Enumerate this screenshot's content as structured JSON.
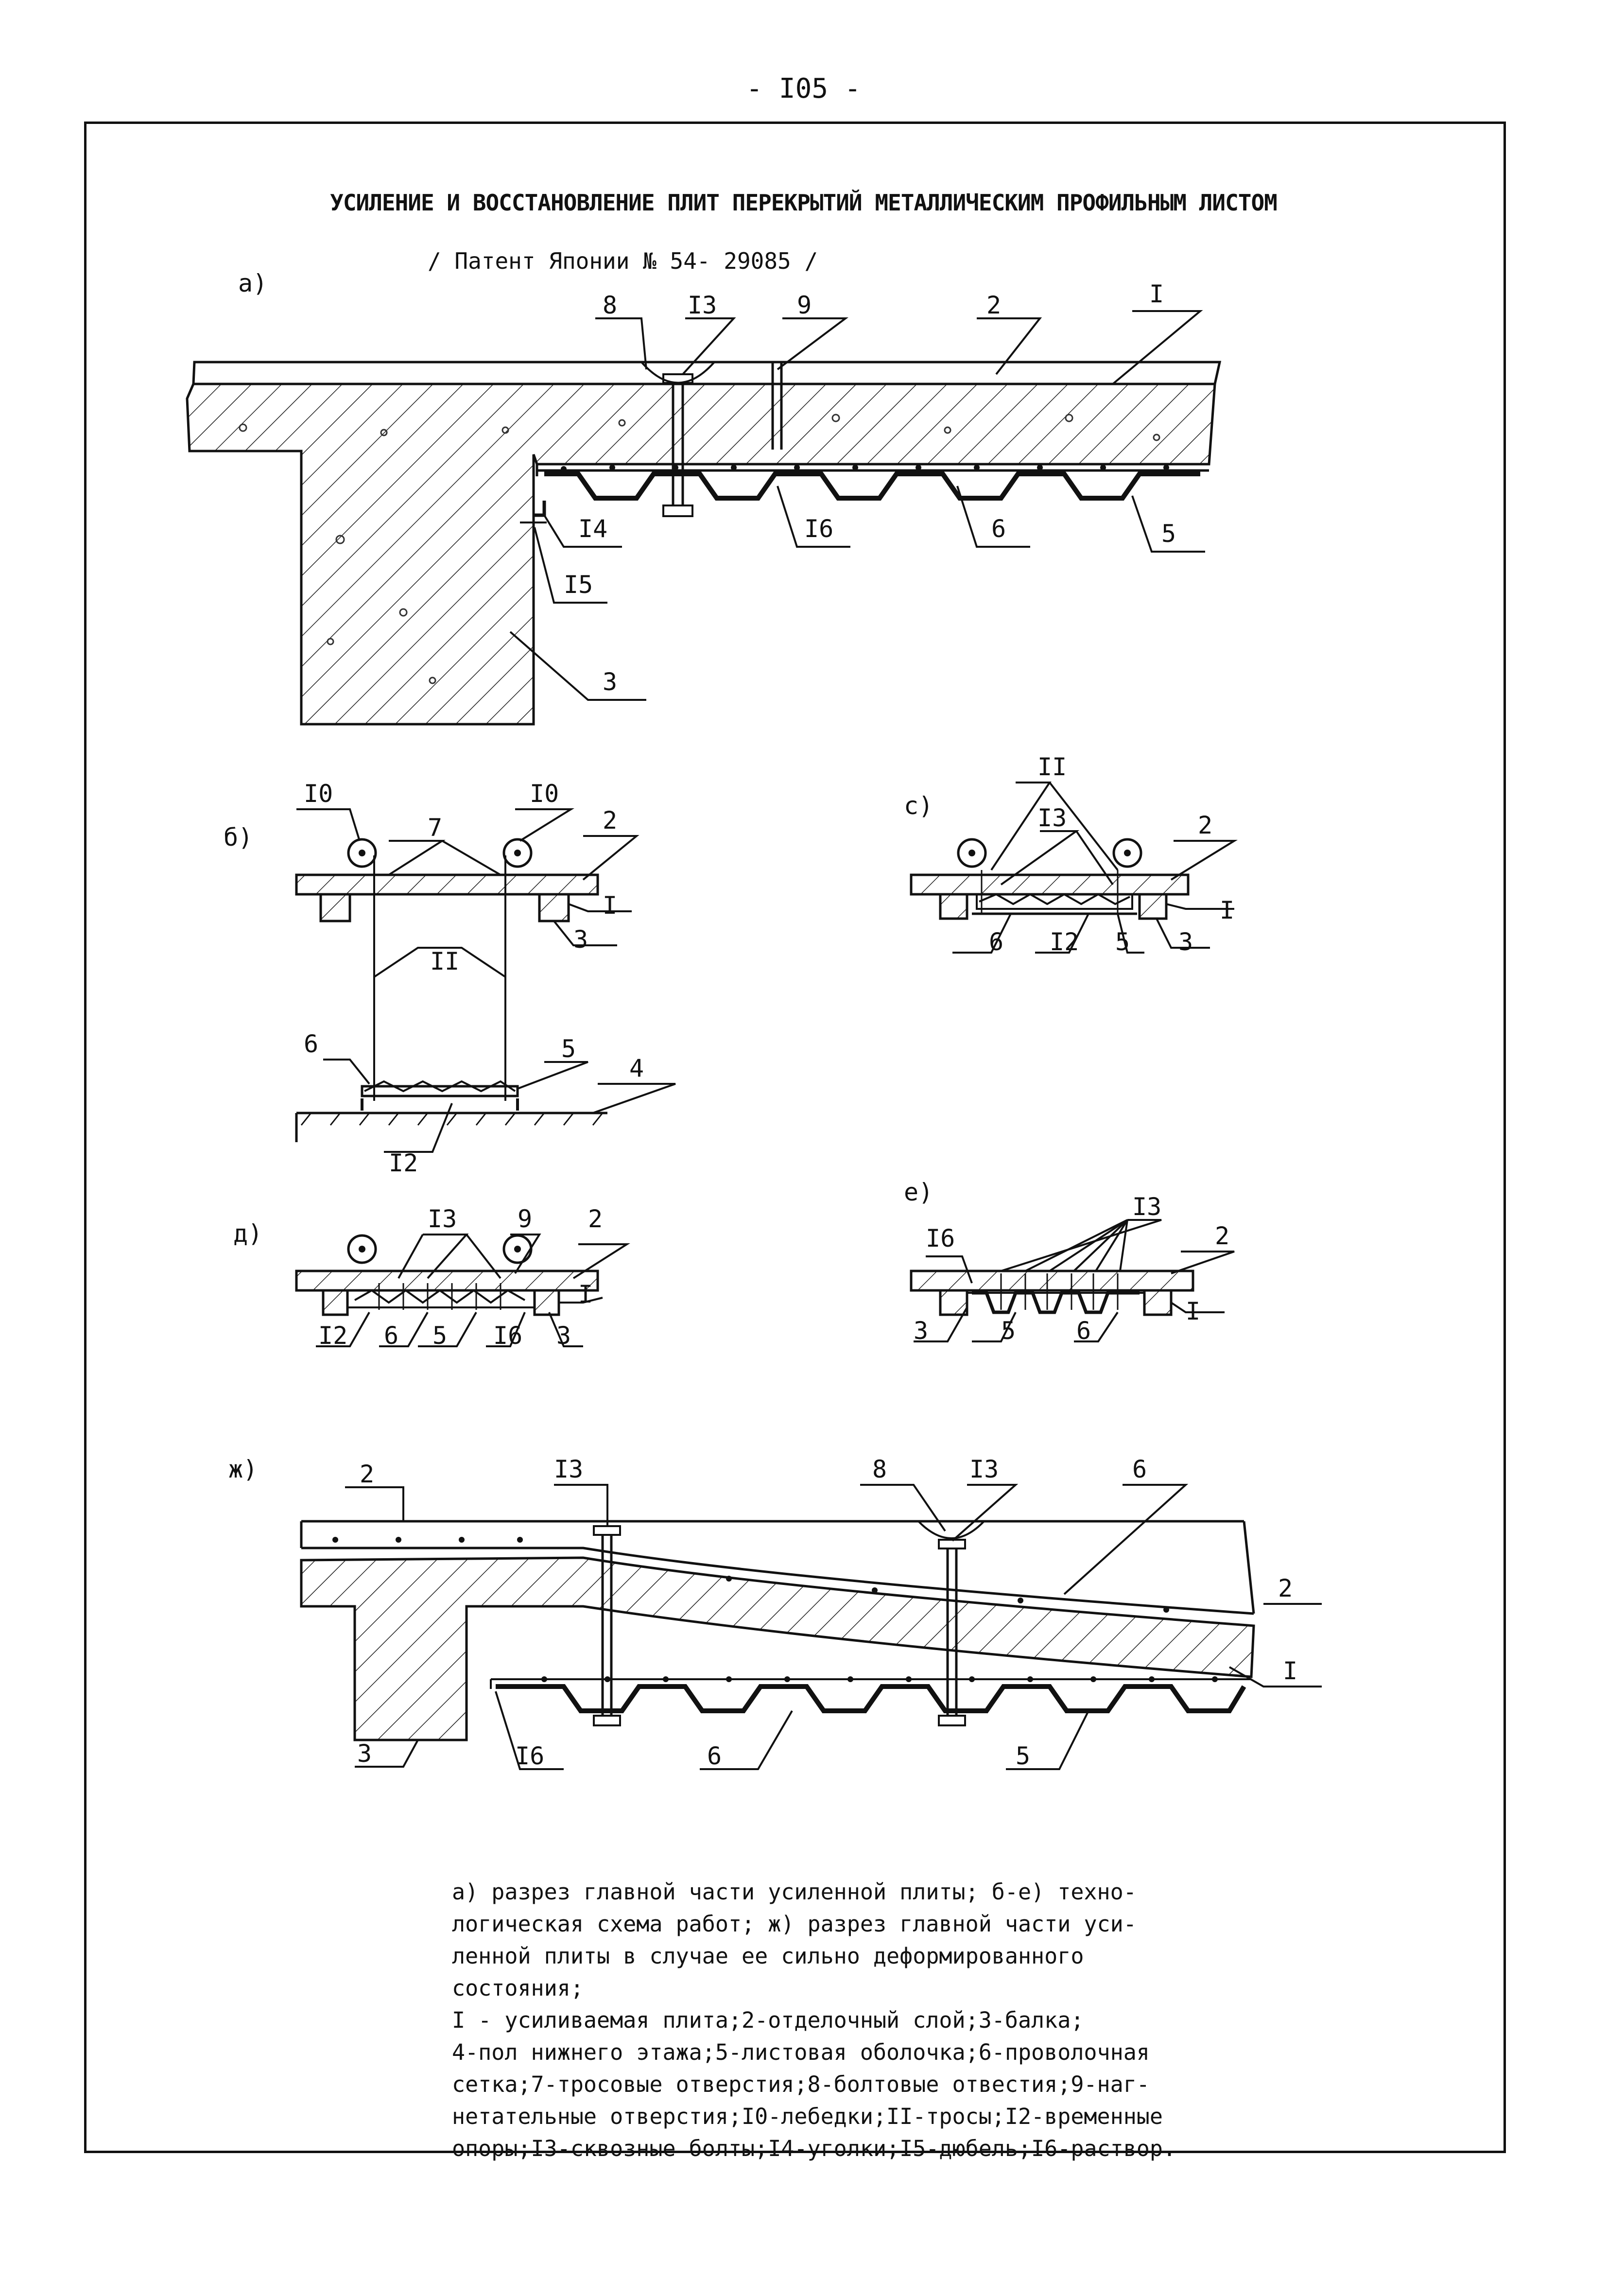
{
  "page_number": "- I05 -",
  "title": "УСИЛЕНИЕ И ВОССТАНОВЛЕНИЕ ПЛИТ ПЕРЕКРЫТИЙ МЕТАЛЛИЧЕСКИМ ПРОФИЛЬНЫМ ЛИСТОМ",
  "subtitle": "/ Патент Японии № 54- 29085 /",
  "panels": {
    "a": "а)",
    "b": "б)",
    "c": "с)",
    "d": "д)",
    "e": "е)",
    "zh": "ж)"
  },
  "callouts": {
    "n1": "I",
    "n2": "2",
    "n3": "3",
    "n4": "4",
    "n5": "5",
    "n6": "6",
    "n7": "7",
    "n8": "8",
    "n9": "9",
    "n10": "I0",
    "n11": "II",
    "n12": "I2",
    "n13": "I3",
    "n14": "I4",
    "n15": "I5",
    "n16": "I6"
  },
  "legend": [
    "а) разрез главной части усиленной плиты; б-е) техно-",
    "логическая схема работ; ж) разрез главной части уси-",
    "ленной плиты в случае ее сильно деформированного",
    "состояния;",
    "I - усиливаемая плита;2-отделочный слой;3-балка;",
    "4-пол нижнего этажа;5-листовая оболочка;6-проволочная",
    "сетка;7-тросовые отверстия;8-болтовые отвестия;9-наг-",
    "нетательные отверстия;I0-лебедки;II-тросы;I2-временные",
    "опоры;I3-сквозные болты;I4-уголки;I5-дюбель;I6-раствор."
  ]
}
